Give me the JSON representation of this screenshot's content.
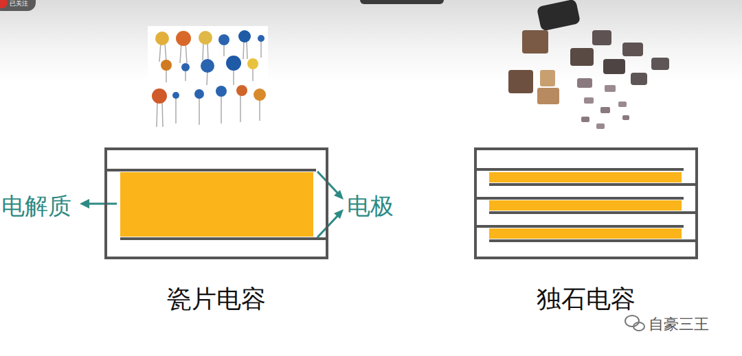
{
  "diagram": {
    "nodes": [
      {
        "text": [
          "瓷片电容"
        ]
      },
      {
        "text": [
          "独石电容"
        ]
      }
    ],
    "labels": [
      "电解质",
      "电极",
      "已关注",
      "自豪三王"
    ]
  }
}
